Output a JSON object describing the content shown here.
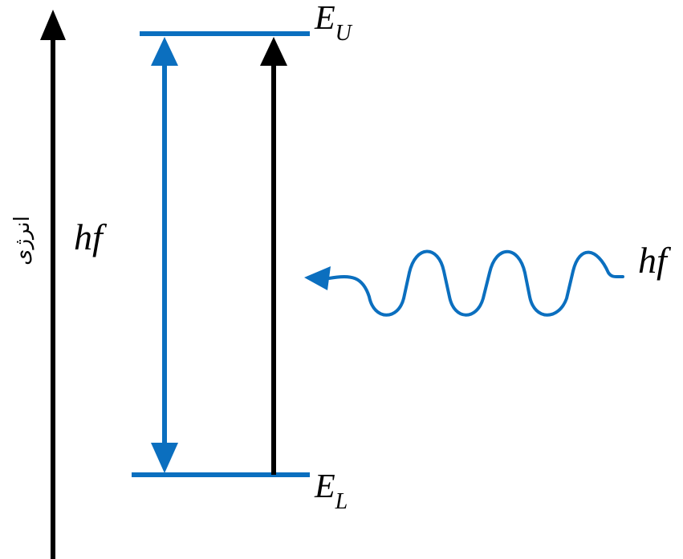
{
  "axis": {
    "label": "انرژی"
  },
  "levels": {
    "upper": {
      "letter": "E",
      "subscript": "U"
    },
    "lower": {
      "letter": "E",
      "subscript": "L"
    }
  },
  "transition_label": "hf",
  "photon_label": "hf",
  "colors": {
    "blue": "#0b6fbf",
    "black": "#000000"
  }
}
